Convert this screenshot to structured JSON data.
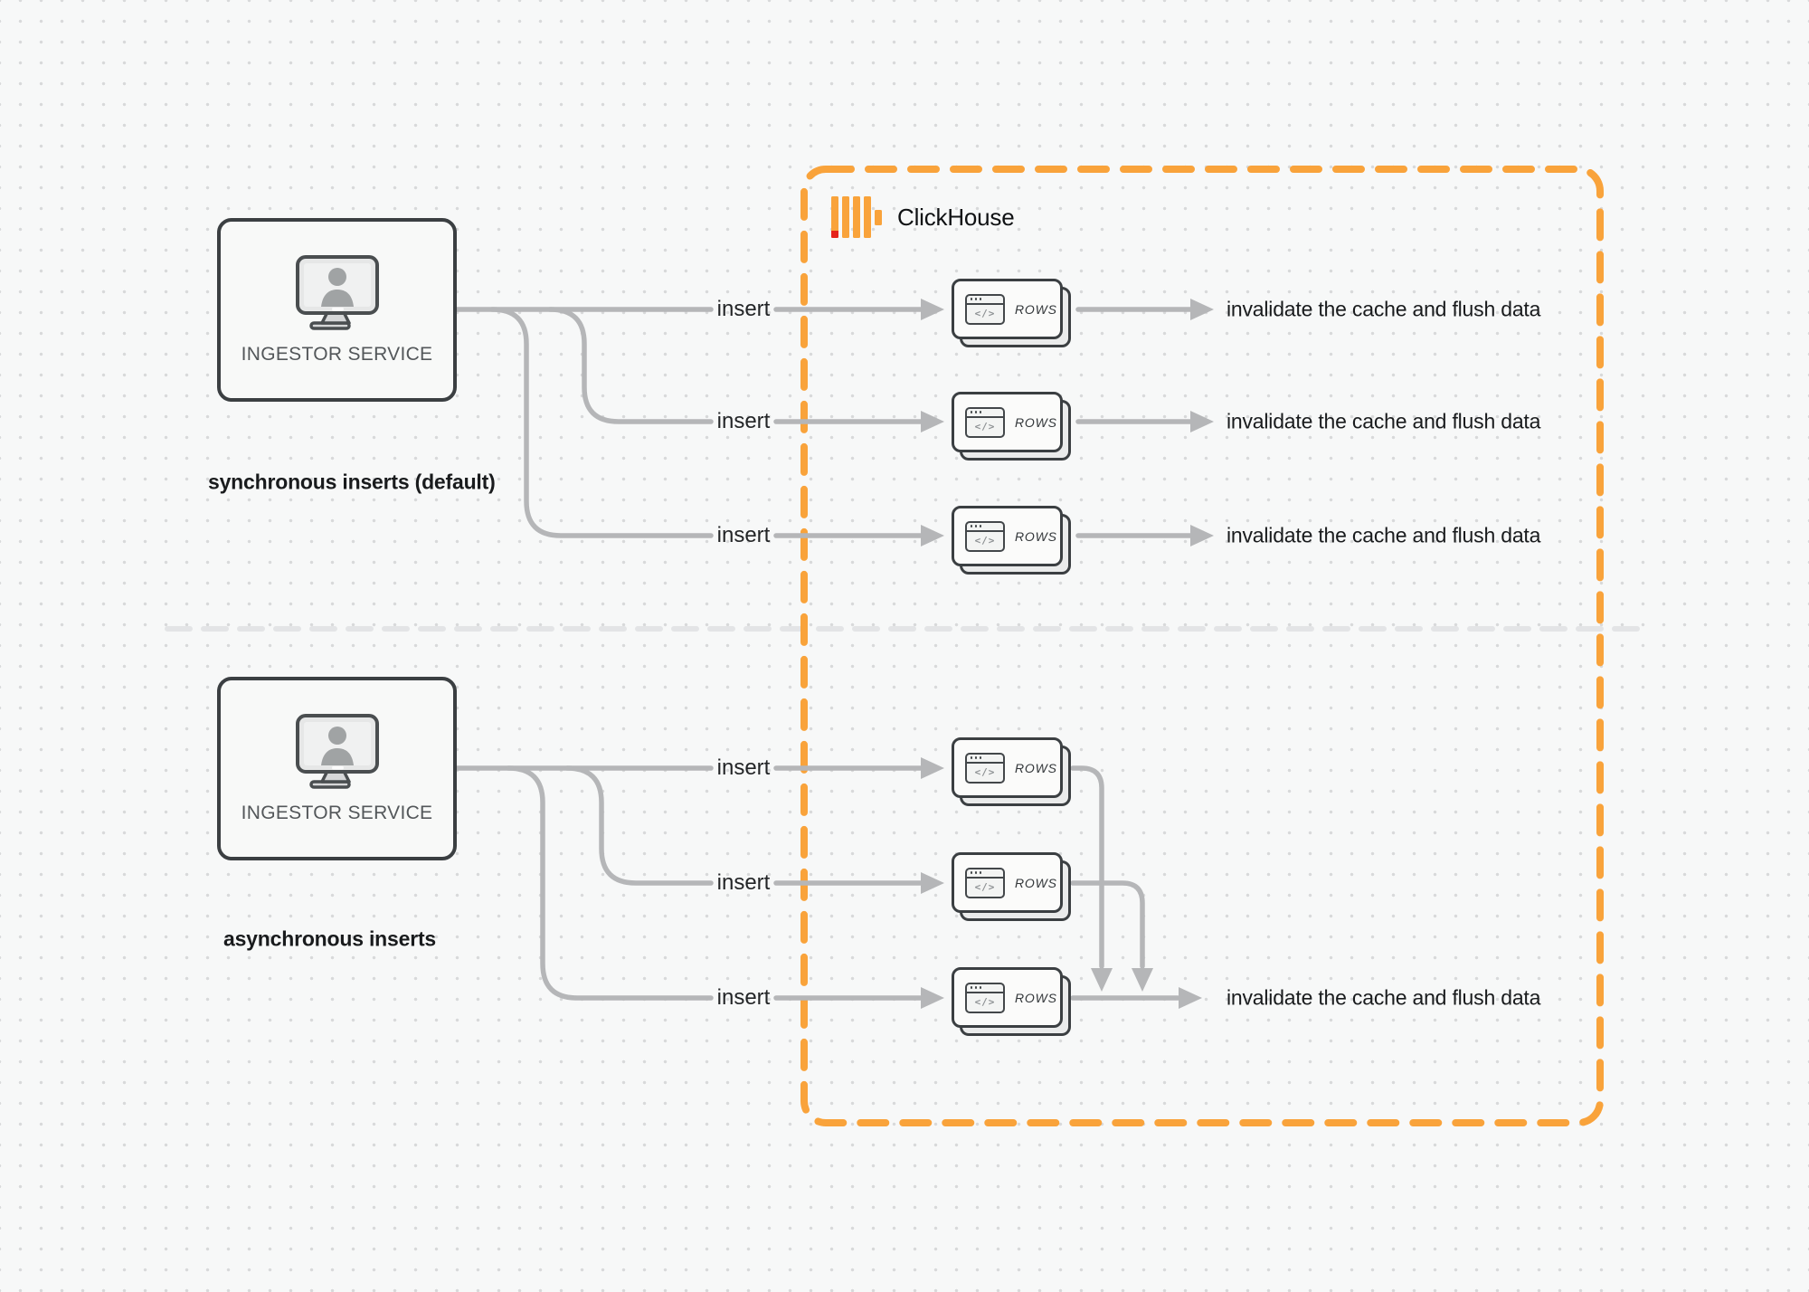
{
  "colors": {
    "accent_orange": "#F9A33B",
    "brand_red": "#E5231B",
    "connector_gray": "#b5b6b8",
    "border_dark": "#3b3f42",
    "divider_gray": "#e3e4e6",
    "canvas_bg": "#f7f8f8",
    "dot_gray": "#d8d9da"
  },
  "clickhouse": {
    "name": "ClickHouse"
  },
  "icons": {
    "code_glyph": "</>"
  },
  "sections": {
    "sync": {
      "source_label": "INGESTOR SERVICE",
      "caption": "synchronous inserts (default)",
      "rows": [
        {
          "insert_label": "insert",
          "rows_label": "ROWS",
          "result_label": "invalidate the cache and flush data"
        },
        {
          "insert_label": "insert",
          "rows_label": "ROWS",
          "result_label": "invalidate the cache and flush data"
        },
        {
          "insert_label": "insert",
          "rows_label": "ROWS",
          "result_label": "invalidate the cache and flush data"
        }
      ]
    },
    "async": {
      "source_label": "INGESTOR SERVICE",
      "caption": "asynchronous inserts",
      "rows": [
        {
          "insert_label": "insert",
          "rows_label": "ROWS"
        },
        {
          "insert_label": "insert",
          "rows_label": "ROWS"
        },
        {
          "insert_label": "insert",
          "rows_label": "ROWS"
        }
      ],
      "result_label": "invalidate the cache and flush data"
    }
  }
}
